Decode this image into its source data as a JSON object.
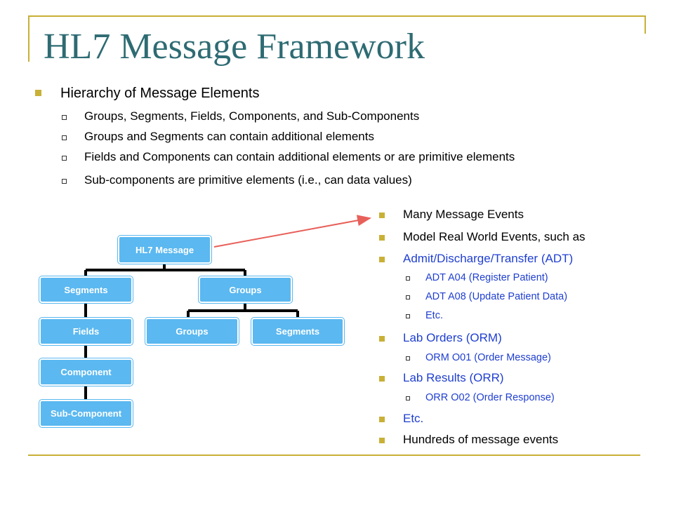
{
  "title": "HL7 Message Framework",
  "main": {
    "heading": "Hierarchy of Message Elements",
    "items": [
      "Groups, Segments, Fields, Components, and Sub-Components",
      "Groups and Segments can contain additional elements",
      "Fields and Components can contain additional elements or are primitive elements",
      "Sub-components are primitive elements (i.e., can data values)"
    ]
  },
  "tree": {
    "root": "HL7 Message",
    "segments": "Segments",
    "groups": "Groups",
    "fields": "Fields",
    "component": "Component",
    "sub_component": "Sub-Component",
    "child_groups": "Groups",
    "child_segments": "Segments"
  },
  "right_list": {
    "l1": "Many Message Events",
    "l2": "Model Real World Events, such as",
    "l3": "Admit/Discharge/Transfer (ADT)",
    "l3a": "ADT A04 (Register Patient)",
    "l3b": "ADT A08 (Update Patient Data)",
    "l3c": "Etc.",
    "l4": "Lab Orders (ORM)",
    "l4a": "ORM O01 (Order Message)",
    "l5": "Lab Results (ORR)",
    "l5a": "ORR O02 (Order Response)",
    "l6": "Etc.",
    "l7": "Hundreds of message events"
  },
  "colors": {
    "title": "#2e6b73",
    "accent": "#c9b037",
    "node": "#5bb8f0",
    "link_text": "#1f3fd0",
    "arrow": "#e8605a"
  }
}
